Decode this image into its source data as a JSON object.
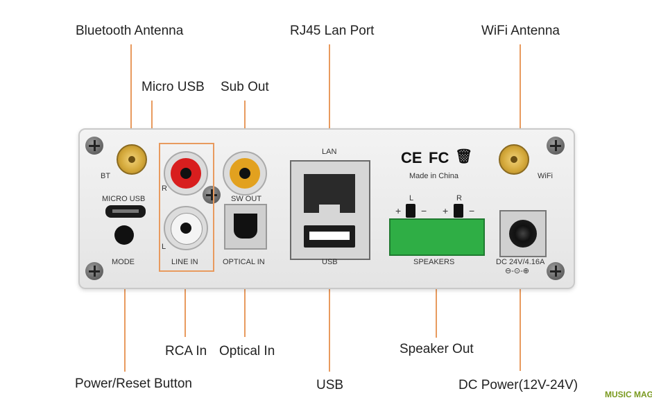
{
  "callouts": {
    "bt_antenna": "Bluetooth Antenna",
    "rj45": "RJ45 Lan Port",
    "wifi_antenna": "WiFi Antenna",
    "micro_usb": "Micro USB",
    "sub_out": "Sub Out",
    "rca_in": "RCA In",
    "optical_in": "Optical In",
    "speaker_out": "Speaker Out",
    "power_reset": "Power/Reset Button",
    "usb": "USB",
    "dc_power": "DC Power(12V-24V)"
  },
  "panel_labels": {
    "bt": "BT",
    "wifi": "WiFi",
    "micro_usb": "MICRO USB",
    "mode": "MODE",
    "line_in": "LINE IN",
    "rca_r": "R",
    "rca_l": "L",
    "sw_out": "SW OUT",
    "optical_in": "OPTICAL IN",
    "lan": "LAN",
    "usb": "USB",
    "made_in": "Made in China",
    "speakers": "SPEAKERS",
    "spk_l": "L",
    "spk_r": "R",
    "plus1": "+",
    "minus1": "−",
    "plus2": "+",
    "minus2": "−",
    "dc_rating": "DC 24V/4.16A",
    "polarity": "⊖-⊙-⊕",
    "cert_ce": "CE",
    "cert_fc": "FC",
    "weee": "🗑"
  },
  "watermark": "MUSIC MAG",
  "colors": {
    "leader": "#e89a5e",
    "terminal_green": "#2fae45",
    "antenna_gold": "#d4a93b"
  }
}
